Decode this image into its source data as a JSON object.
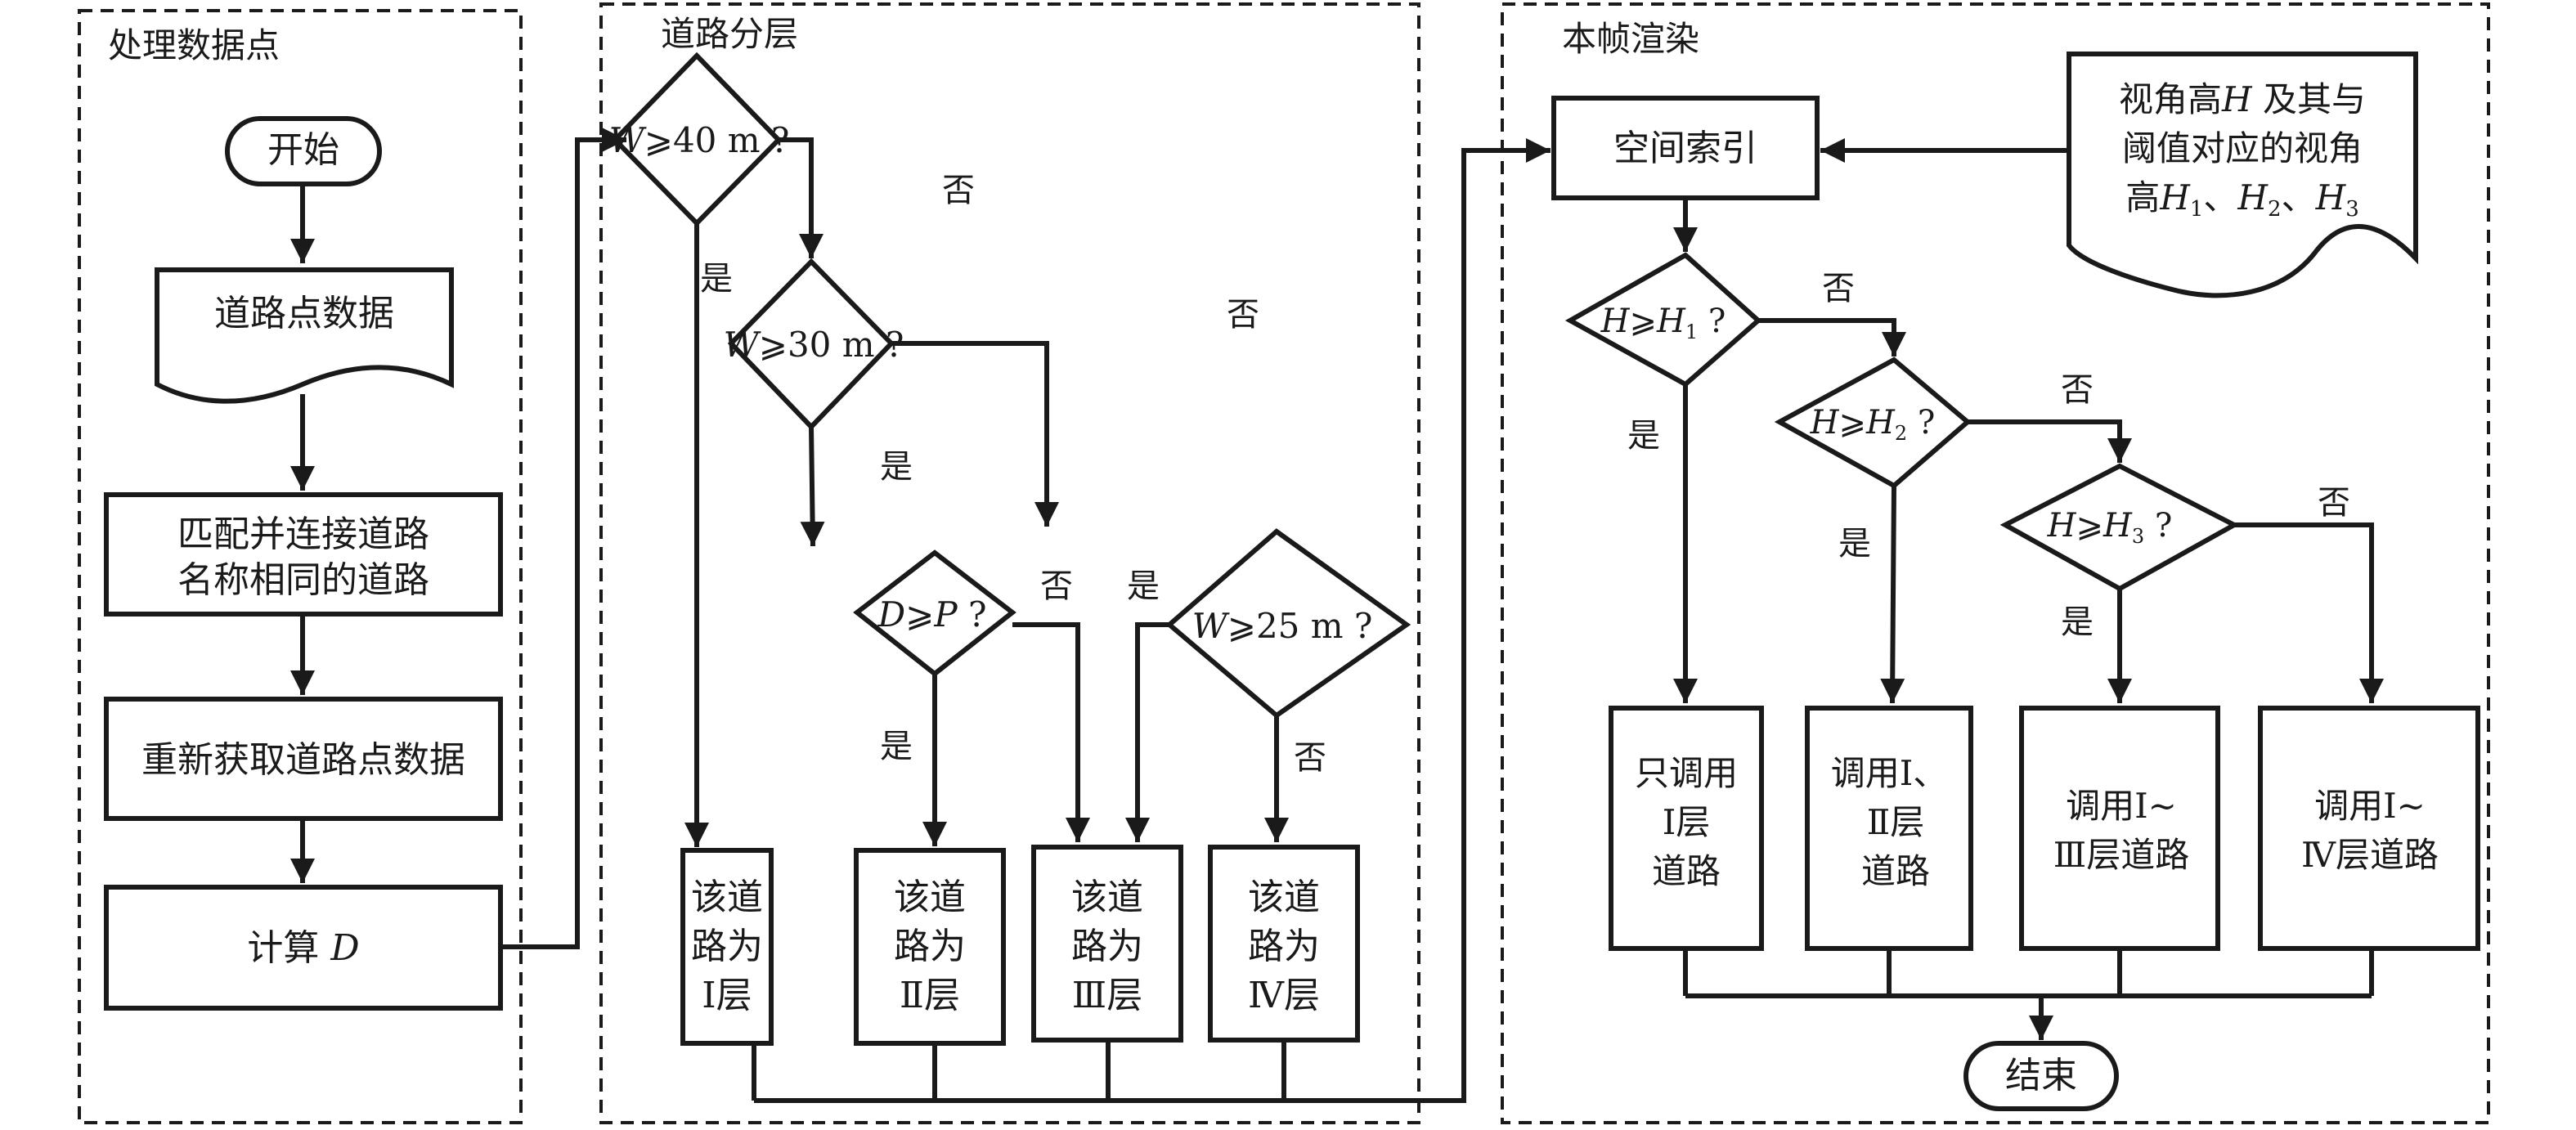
{
  "sections": {
    "process": {
      "title": "处理数据点"
    },
    "layering": {
      "title": "道路分层"
    },
    "render": {
      "title": "本帧渲染"
    }
  },
  "process": {
    "start": "开始",
    "road_points": "道路点数据",
    "match_line1": "匹配并连接道路",
    "match_line2": "名称相同的道路",
    "reacquire": "重新获取道路点数据",
    "compute_prefix": "计算",
    "compute_var": "D"
  },
  "layering": {
    "d1": {
      "var": "W",
      "op": "⩾",
      "rest": "40 m ?"
    },
    "d2": {
      "var": "W",
      "op": "⩾",
      "rest": "30 m ?"
    },
    "d3": {
      "var": "D",
      "op": "⩾",
      "var2": "P",
      "rest": " ?"
    },
    "d4": {
      "var": "W",
      "op": "⩾",
      "rest": "25 m ?"
    },
    "results": [
      {
        "l1": "该道",
        "l2": "路为",
        "l3": "Ⅰ层"
      },
      {
        "l1": "该道",
        "l2": "路为",
        "l3": "Ⅱ层"
      },
      {
        "l1": "该道",
        "l2": "路为",
        "l3": "Ⅲ层"
      },
      {
        "l1": "该道",
        "l2": "路为",
        "l3": "Ⅳ层"
      }
    ]
  },
  "render": {
    "spatial_index": "空间索引",
    "input_l1a": "视角高",
    "input_l1v": "H",
    "input_l1b": "及其与",
    "input_l2": "阈值对应的视角",
    "input_l3a": "高",
    "input_h": "H",
    "input_sub1": "1",
    "input_sub2": "2",
    "input_sub3": "3",
    "input_sep": "、",
    "h_var": "H",
    "op": "⩾",
    "q": "?",
    "sub1": "1",
    "sub2": "2",
    "sub3": "3",
    "results": [
      {
        "l1": "只调用",
        "l2": "Ⅰ层",
        "l3": "道路"
      },
      {
        "l1": "调用Ⅰ、",
        "l2": "Ⅱ层",
        "l3": "道路"
      },
      {
        "l1": "调用Ⅰ~",
        "l2": "Ⅲ层道路"
      },
      {
        "l1": "调用Ⅰ~",
        "l2": "Ⅳ层道路"
      }
    ],
    "end": "结束"
  },
  "labels": {
    "yes": "是",
    "no": "否"
  }
}
